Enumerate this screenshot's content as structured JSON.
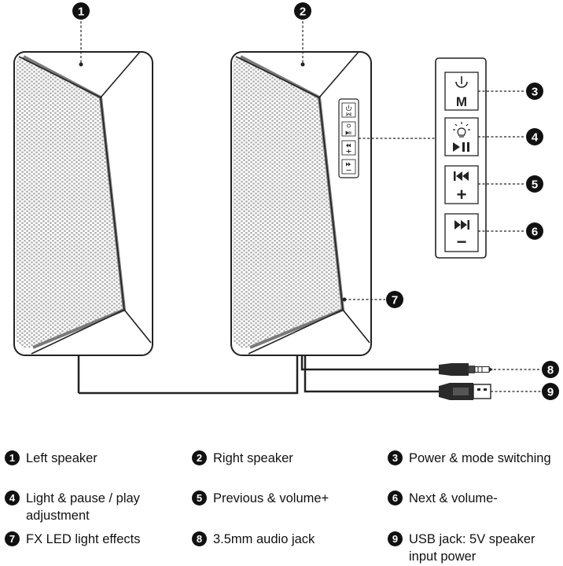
{
  "callouts": [
    "1",
    "2",
    "3",
    "4",
    "5",
    "6",
    "7",
    "8",
    "9"
  ],
  "legend": [
    {
      "num": "1",
      "label": "Left speaker"
    },
    {
      "num": "2",
      "label": "Right speaker"
    },
    {
      "num": "3",
      "label": "Power & mode switching"
    },
    {
      "num": "4",
      "label": "Light & pause / play adjustment"
    },
    {
      "num": "5",
      "label": "Previous & volume+"
    },
    {
      "num": "6",
      "label": "Next & volume-"
    },
    {
      "num": "7",
      "label": "FX LED light effects"
    },
    {
      "num": "8",
      "label": "3.5mm audio jack"
    },
    {
      "num": "9",
      "label": "USB jack: 5V speaker input power"
    }
  ],
  "buttons": {
    "power_letter": "M",
    "plus_symbol": "+",
    "minus_symbol": "−"
  },
  "colors": {
    "outline": "#222222",
    "grille": "#bcbcbc",
    "accent_stripe": "#7a7a7a",
    "callout_fill": "#111111"
  },
  "icons": [
    "power-icon",
    "light-icon",
    "play-pause-icon",
    "previous-icon",
    "next-icon"
  ]
}
